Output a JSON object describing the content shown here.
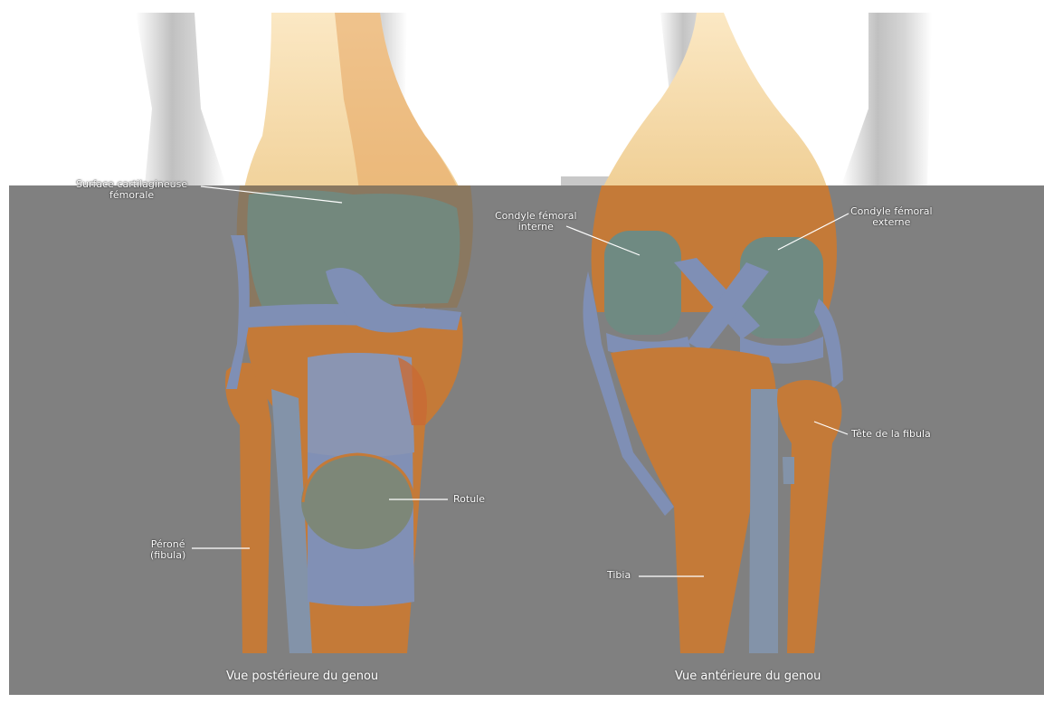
{
  "colors": {
    "background_panel": "#808080",
    "bone": "#c47a38",
    "bone_light": "#f3dcae",
    "cartilage": "#6f8a82",
    "ligament": "#7f8fb5",
    "label_text": "#ffffff"
  },
  "posterior": {
    "caption": "Vue postérieure du genou",
    "labels": {
      "surface_line1": "Surface cartilagineuse",
      "surface_line2": "fémorale",
      "rotule": "Rotule",
      "perone_line1": "Péroné",
      "perone_line2": "(fibula)"
    }
  },
  "anterior": {
    "caption": "Vue antérieure du genou",
    "labels": {
      "condyle_int_line1": "Condyle fémoral",
      "condyle_int_line2": "interne",
      "condyle_ext_line1": "Condyle fémoral",
      "condyle_ext_line2": "externe",
      "tete_fibula": "Tête de la fibula",
      "tibia": "Tibia"
    }
  }
}
